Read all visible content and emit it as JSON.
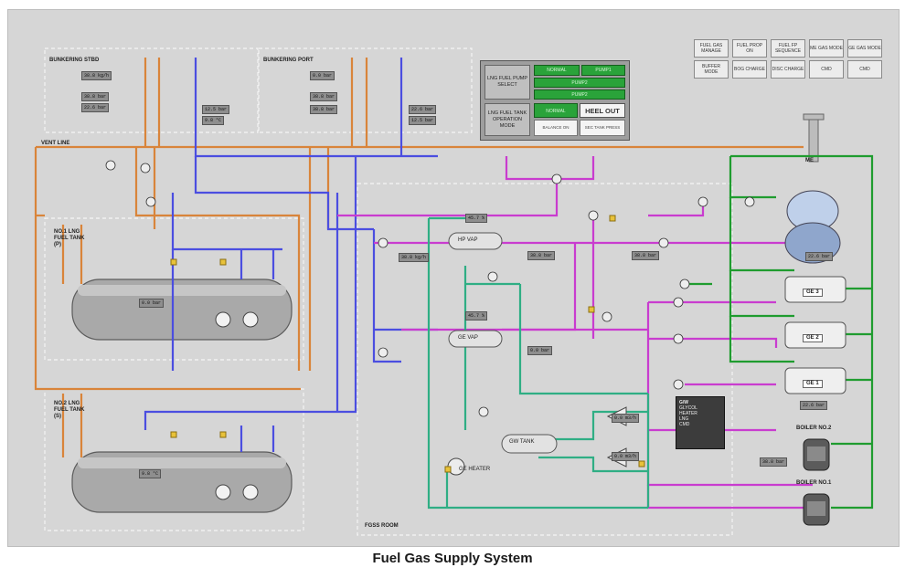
{
  "caption": "Fuel Gas Supply System",
  "colors": {
    "panel_bg": "#d6d6d6",
    "bog_line": "#d9843a",
    "lng_line": "#4b4ee0",
    "fuel_gas_line": "#c93ccf",
    "glycol_line": "#2fae84",
    "return_line": "#1f9c2f",
    "mode_active": "#2aa33a"
  },
  "top_right_buttons": [
    {
      "label": "FUEL GAS MANAGE"
    },
    {
      "label": "FUEL PROP ON"
    },
    {
      "label": "FUEL FP SEQUENCE"
    },
    {
      "label": "ME GAS MODE"
    },
    {
      "label": "GE GAS MODE"
    },
    {
      "label": "BUFFER MODE"
    },
    {
      "label": "BOG CHARGE"
    },
    {
      "label": "DISC CHARGE"
    },
    {
      "label": "CMD"
    },
    {
      "label": "CMD"
    }
  ],
  "mode_panel": {
    "pump_select_label": "LNG FUEL PUMP SELECT",
    "tank_operation_label": "LNG FUEL TANK OPERATION MODE",
    "pump_buttons": [
      "NORMAL",
      "PUMP1",
      "PUMP2",
      "PUMP2"
    ],
    "heel_out_label": "HEEL OUT",
    "normal_label": "NORMAL",
    "sub_left": "BALANCE ON",
    "sub_right": "SEC TANK PRESS"
  },
  "sections": {
    "bunkering_stbd": "BUNKERING STBD",
    "bunkering_port": "BUNKERING PORT",
    "vent_line": "VENT LINE",
    "tank_no1": "NO.1 LNG FUEL TANK (P)",
    "tank_no2": "NO.2 LNG FUEL TANK (S)",
    "fuel_gas_room": "FGSS ROOM"
  },
  "equipment": {
    "me": "ME",
    "ge3": "GE 3",
    "ge2": "GE 2",
    "ge1": "GE 1",
    "boiler2": "BOILER NO.2",
    "boiler1": "BOILER NO.1",
    "heater1": "HP VAP",
    "heater2": "GE VAP",
    "glycol_tank": "GW TANK",
    "ge_heater": "GE HEATER"
  },
  "legend": {
    "title": "G/W",
    "items": [
      "GLYCOL",
      "HEATER",
      "LNG",
      "CMD"
    ]
  },
  "readouts": [
    "38.8 kg/h",
    "38.8 bar",
    "22.6 bar",
    "12.5 bar",
    "9.8 °C",
    "0.0 bar",
    "38.8 bar",
    "38.8 bar",
    "22.6 bar",
    "12.5 bar",
    "0.0 bar",
    "9.8 °C",
    "38.8 kg/h",
    "45.7 %",
    "45.7 %",
    "38.8 bar",
    "0.0 bar",
    "38.8 bar",
    "0.0 m3/h",
    "0.0 m3/h",
    "38.8 bar",
    "22.6 bar",
    "22.6 bar"
  ]
}
